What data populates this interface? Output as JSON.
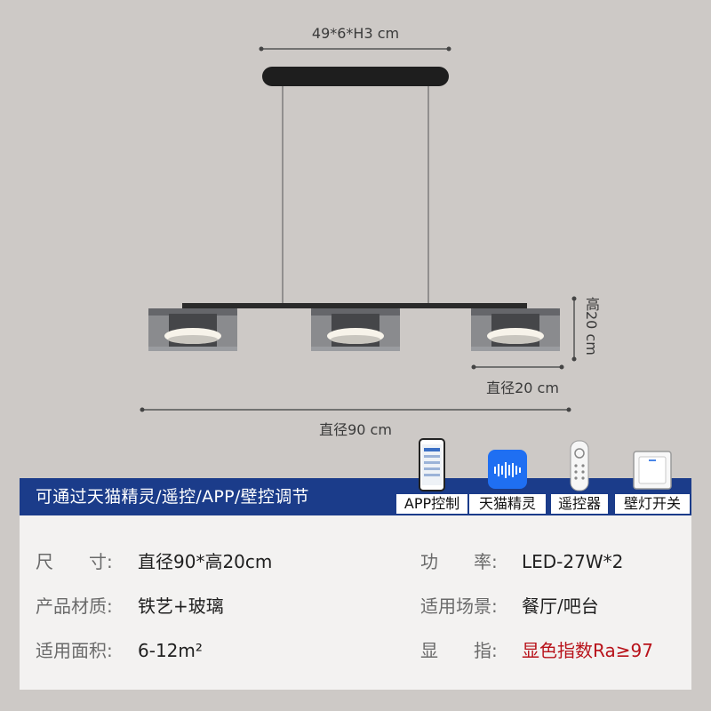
{
  "dimensions": {
    "canopy": "49*6*H3 cm",
    "height": "高20 cm",
    "shade_diameter": "直径20 cm",
    "overall_diameter": "直径90 cm"
  },
  "banner": {
    "text": "可通过天猫精灵/遥控/APP/壁控调节",
    "color": "#1b3c8a"
  },
  "features": [
    {
      "icon": "smartphone-app-icon",
      "label": "APP控制"
    },
    {
      "icon": "tmall-genie-icon",
      "label": "天猫精灵"
    },
    {
      "icon": "remote-control-icon",
      "label": "遥控器"
    },
    {
      "icon": "wall-switch-icon",
      "label": "壁灯开关"
    }
  ],
  "specs": {
    "size": {
      "label": "尺　　寸:",
      "value": "直径90*高20cm"
    },
    "power": {
      "label": "功　　率:",
      "value": "LED-27W*2"
    },
    "material": {
      "label": "产品材质:",
      "value": "铁艺+玻璃"
    },
    "scene": {
      "label": "适用场景:",
      "value": "餐厅/吧台"
    },
    "area": {
      "label": "适用面积:",
      "value": "6-12m²"
    },
    "cri": {
      "label": "显　　指:",
      "value": "显色指数Ra≥97",
      "color": "#b8121a"
    }
  }
}
